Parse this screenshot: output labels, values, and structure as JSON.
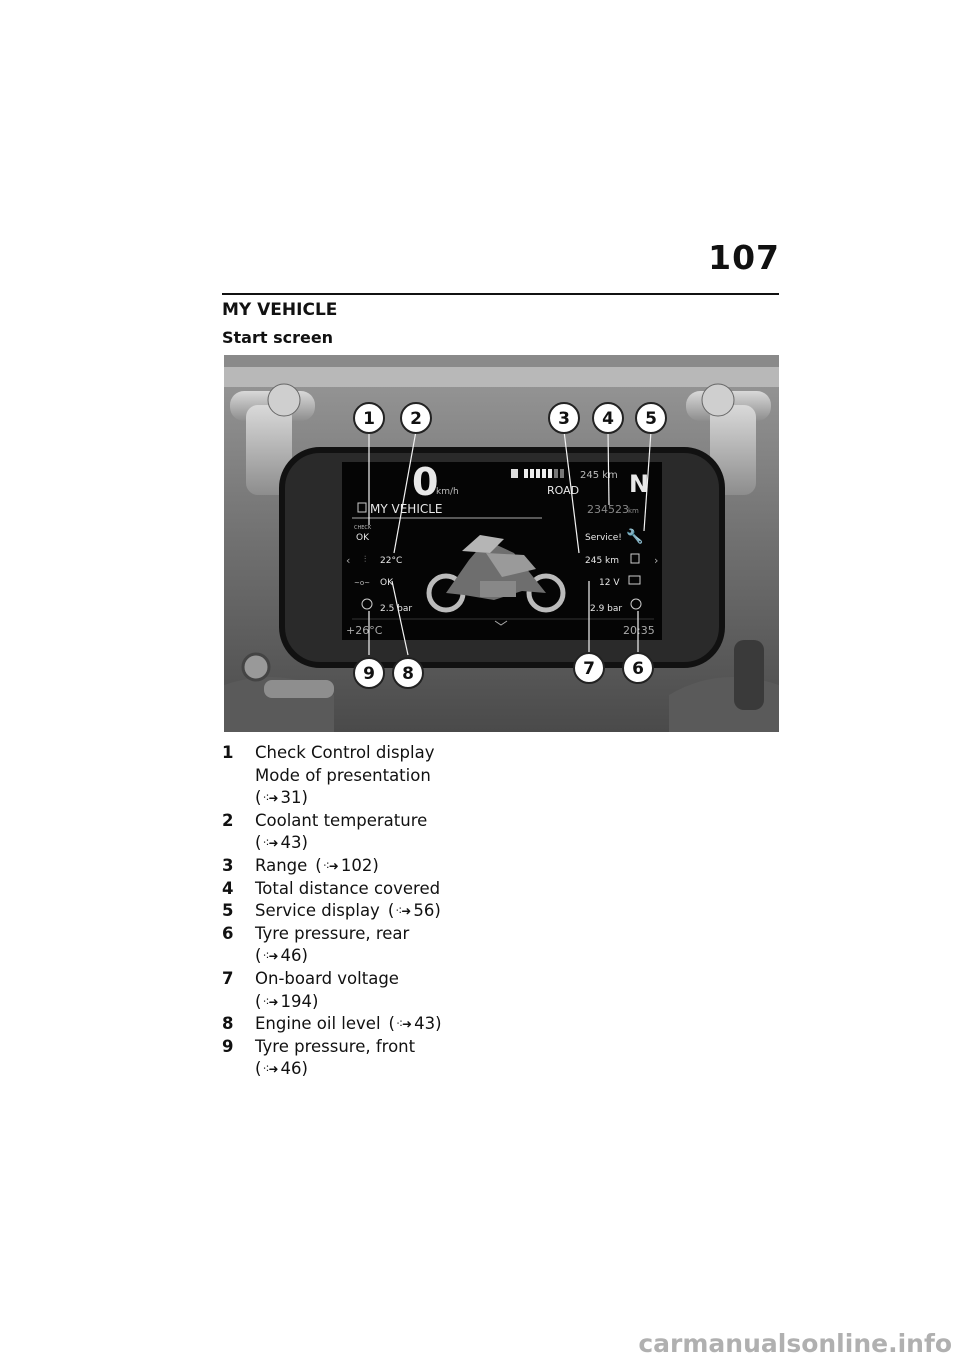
{
  "page_number": "107",
  "section_title": "MY VEHICLE",
  "subsection_title": "Start screen",
  "display": {
    "speed": "0",
    "speed_unit": "km/h",
    "range_top": "245 km",
    "riding_mode": "ROAD",
    "gear": "N",
    "menu_title": "MY VEHICLE",
    "odometer": "234523",
    "odometer_unit": "km",
    "check_label": "CHECK",
    "check_value": "OK",
    "service_text": "Service!",
    "coolant_temp": "22°C",
    "range": "245 km",
    "oil_level": "OK",
    "voltage": "12 V",
    "tyre_front": "2.5 bar",
    "tyre_rear": "2.9 bar",
    "ambient_temp": "+26°C",
    "clock": "20:35",
    "callouts": [
      "1",
      "2",
      "3",
      "4",
      "5",
      "6",
      "7",
      "8",
      "9"
    ]
  },
  "legend": [
    {
      "num": "1",
      "lines": [
        "Check Control display",
        "Mode of presentation"
      ],
      "ref": "31"
    },
    {
      "num": "2",
      "lines": [
        "Coolant temperature"
      ],
      "ref": "43"
    },
    {
      "num": "3",
      "lines": [
        "Range"
      ],
      "ref": "102",
      "inline": true
    },
    {
      "num": "4",
      "lines": [
        "Total distance covered"
      ]
    },
    {
      "num": "5",
      "lines": [
        "Service display"
      ],
      "ref": "56",
      "inline": true
    },
    {
      "num": "6",
      "lines": [
        "Tyre pressure, rear"
      ],
      "ref": "46"
    },
    {
      "num": "7",
      "lines": [
        "On-board voltage"
      ],
      "ref": "194"
    },
    {
      "num": "8",
      "lines": [
        "Engine oil level"
      ],
      "ref": "43",
      "inline": true
    },
    {
      "num": "9",
      "lines": [
        "Tyre pressure, front"
      ],
      "ref": "46"
    }
  ],
  "watermark": "carmanualsonline.info"
}
